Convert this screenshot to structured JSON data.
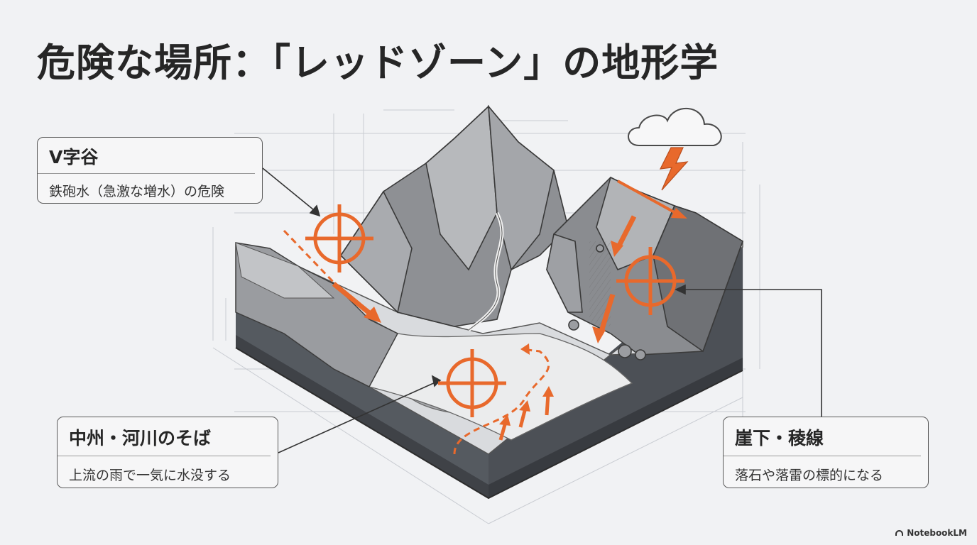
{
  "title": "危険な場所：「レッドゾーン」の地形学",
  "accent_color": "#e8692c",
  "callouts": {
    "v_valley": {
      "title": "V字谷",
      "text": "鉄砲水（急激な増水）の危険"
    },
    "sandbar": {
      "title": "中州・河川のそば",
      "text": "上流の雨で一気に水没する"
    },
    "cliff": {
      "title": "崖下・稜線",
      "text": "落石や落雷の標的になる"
    }
  },
  "icons": [
    "target-icon",
    "cloud-icon",
    "lightning-icon",
    "flow-arrow-icon",
    "rising-water-arrow-icon"
  ],
  "brand": "NotebookLM"
}
